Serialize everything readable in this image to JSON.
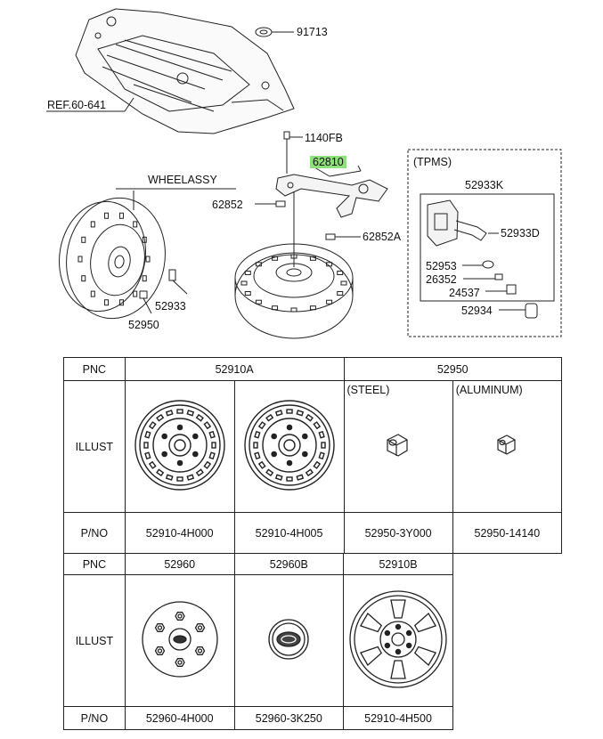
{
  "diagram": {
    "labels": {
      "p91713": "91713",
      "ref": "REF.60-641",
      "p1140fb": "1140FB",
      "p62810": "62810",
      "wheelassy": "WHEELASSY",
      "p62852": "62852",
      "p62852a": "62852A",
      "p52933": "52933",
      "p52950": "52950",
      "tpms": "(TPMS)",
      "p52933k": "52933K",
      "p52933d": "52933D",
      "p52953": "52953",
      "p26352": "26352",
      "p24537": "24537",
      "p52934": "52934"
    },
    "highlight_color": "#8ee07a"
  },
  "table1": {
    "pnc_label": "PNC",
    "illust_label": "ILLUST",
    "pno_label": "P/NO",
    "pnc_a": "52910A",
    "pnc_b": "52950",
    "steel": "(STEEL)",
    "aluminum": "(ALUMINUM)",
    "pno": [
      "52910-4H000",
      "52910-4H005",
      "52950-3Y000",
      "52950-14140"
    ]
  },
  "table2": {
    "pnc_label": "PNC",
    "illust_label": "ILLUST",
    "pno_label": "P/NO",
    "pnc": [
      "52960",
      "52960B",
      "52910B"
    ],
    "pno": [
      "52960-4H000",
      "52960-3K250",
      "52910-4H500"
    ]
  }
}
